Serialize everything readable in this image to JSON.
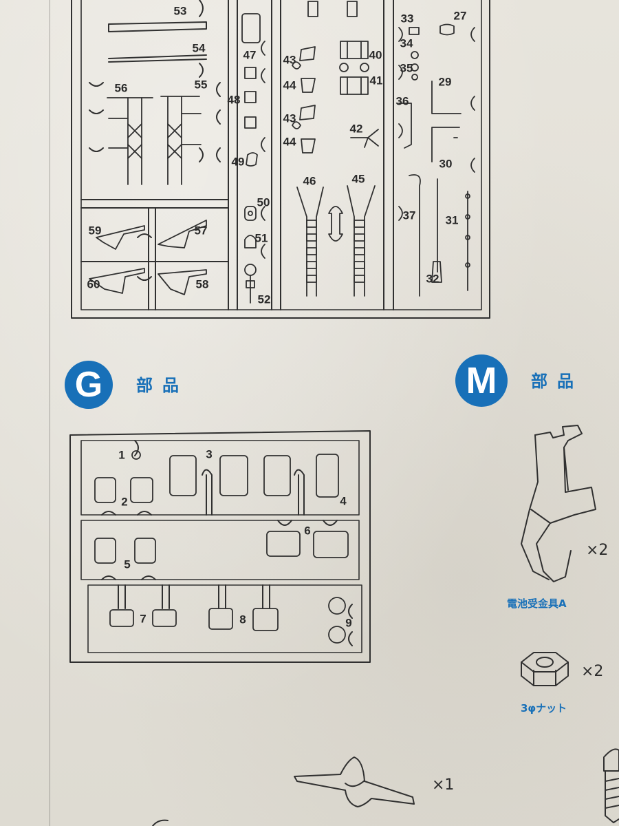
{
  "upper_sprue": {
    "part_numbers": [
      "53",
      "54",
      "56",
      "55",
      "47",
      "48",
      "49",
      "50",
      "51",
      "52",
      "59",
      "57",
      "60",
      "58",
      "43",
      "44",
      "43",
      "44",
      "42",
      "46",
      "45",
      "40",
      "41",
      "33",
      "27",
      "34",
      "35",
      "36",
      "29",
      "30",
      "37",
      "31",
      "32"
    ]
  },
  "section_g": {
    "badge": "G",
    "label": "部品",
    "parts": [
      "1",
      "2",
      "3",
      "4",
      "5",
      "6",
      "7",
      "8",
      "9"
    ]
  },
  "section_m": {
    "badge": "M",
    "label": "部品",
    "items": [
      {
        "name": "電池受金具A",
        "qty": "×2",
        "icon": "battery-contact-clip-icon"
      },
      {
        "name": "3φナット",
        "qty": "×2",
        "icon": "hex-nut-icon"
      },
      {
        "name": "",
        "qty": "",
        "icon": "screw-icon"
      }
    ]
  },
  "propeller": {
    "qty": "×1",
    "icon": "propeller-icon"
  },
  "colors": {
    "accent": "#1870b8",
    "line": "#2f2f2f"
  }
}
